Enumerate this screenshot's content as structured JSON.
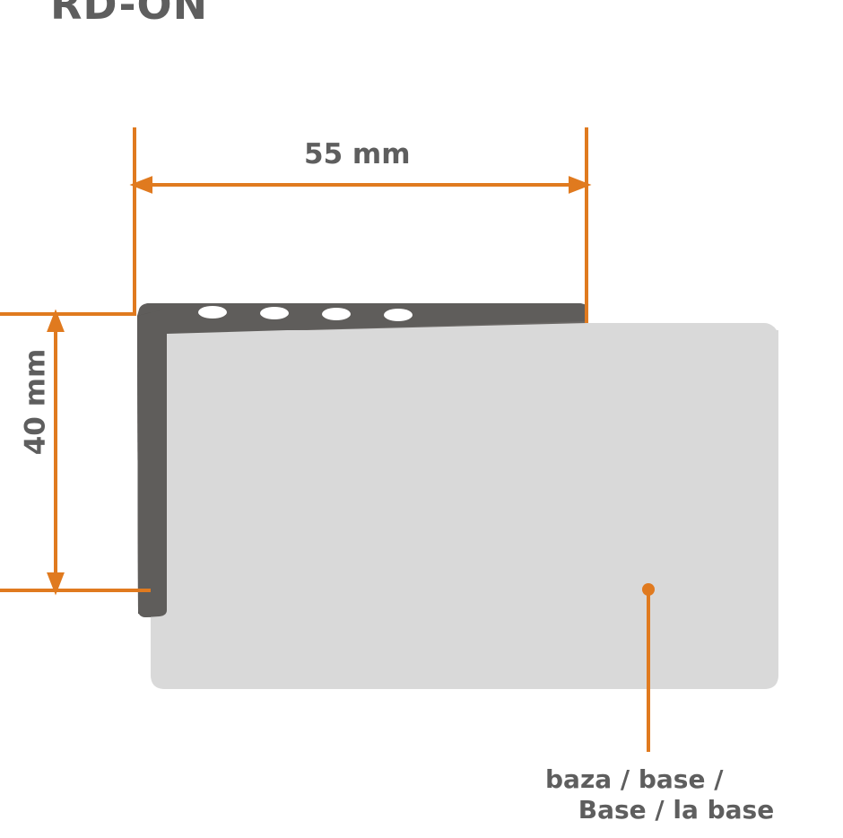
{
  "title": "RD-ON",
  "dimensions": {
    "width_label": "55 mm",
    "height_label": "40 mm"
  },
  "callout": {
    "line1": "baza / base /",
    "line2": "Base / la base"
  },
  "colors": {
    "accent": "#e07a1f",
    "text": "#5e5e5e",
    "profile_dark": "#5f5d5b",
    "base_light": "#d9d9d9",
    "background": "#ffffff"
  }
}
